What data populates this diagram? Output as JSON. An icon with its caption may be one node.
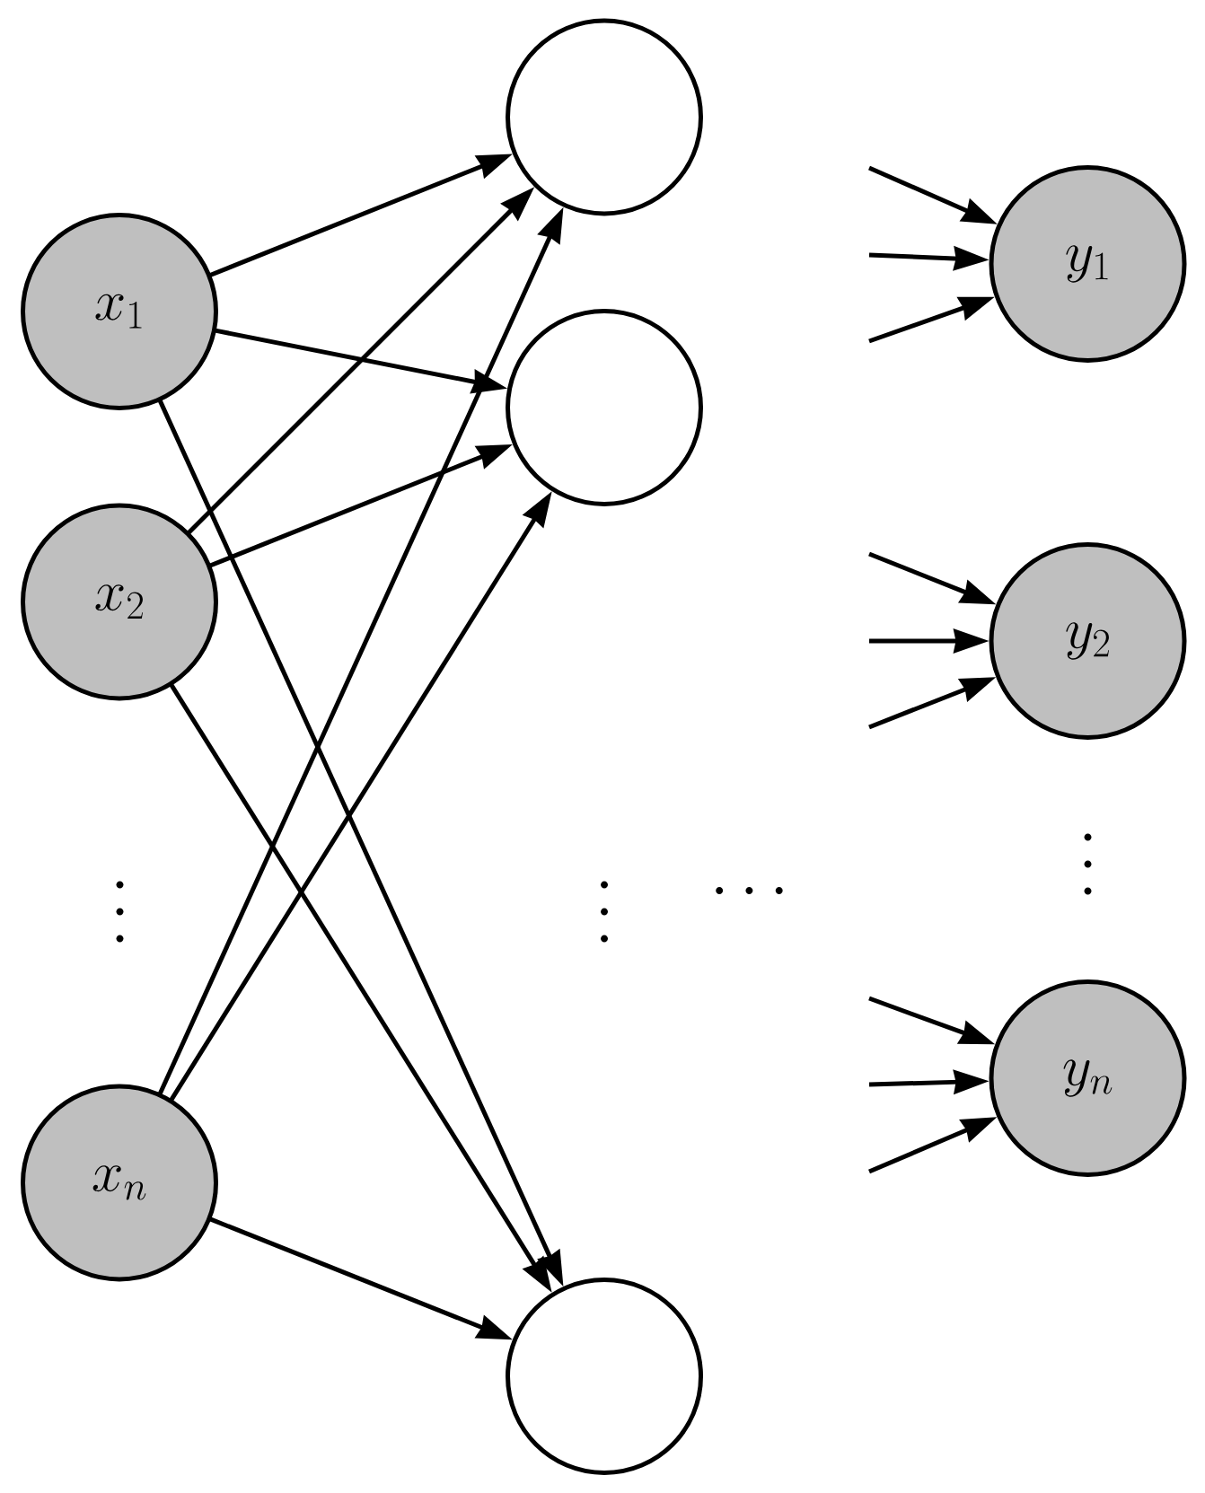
{
  "diagram": {
    "nodes": [
      {
        "text": [
          "x_1"
        ]
      },
      {
        "text": [
          "x_2"
        ]
      },
      {
        "text": [
          "x_n"
        ]
      },
      {
        "text": [],
        "shape": "circle"
      },
      {
        "text": [],
        "shape": "circle"
      },
      {
        "text": [],
        "shape": "circle"
      },
      {
        "text": [
          "y_1"
        ]
      },
      {
        "text": [
          "y_2"
        ]
      },
      {
        "text": [
          "y_n"
        ]
      }
    ],
    "edges": [
      {
        "from": 0,
        "to": 3,
        "arrow": "to"
      },
      {
        "from": 0,
        "to": 4,
        "arrow": "to"
      },
      {
        "from": 0,
        "to": 5,
        "arrow": "to"
      },
      {
        "from": 1,
        "to": 3,
        "arrow": "to"
      },
      {
        "from": 1,
        "to": 4,
        "arrow": "to"
      },
      {
        "from": 1,
        "to": 5,
        "arrow": "to"
      },
      {
        "from": 2,
        "to": 3,
        "arrow": "to"
      },
      {
        "from": 2,
        "to": 4,
        "arrow": "to"
      },
      {
        "from": 2,
        "to": 5,
        "arrow": "to"
      },
      {
        "from": null,
        "to": 6,
        "arrow": "to"
      },
      {
        "from": null,
        "to": 6,
        "arrow": "to"
      },
      {
        "from": null,
        "to": 6,
        "arrow": "to"
      },
      {
        "from": null,
        "to": 7,
        "arrow": "to"
      },
      {
        "from": null,
        "to": 7,
        "arrow": "to"
      },
      {
        "from": null,
        "to": 7,
        "arrow": "to"
      },
      {
        "from": null,
        "to": 8,
        "arrow": "to"
      },
      {
        "from": null,
        "to": 8,
        "arrow": "to"
      },
      {
        "from": null,
        "to": 8,
        "arrow": "to"
      }
    ],
    "labels": [
      "\\vdots",
      "\\vdots",
      "\\cdots",
      "\\vdots"
    ]
  }
}
